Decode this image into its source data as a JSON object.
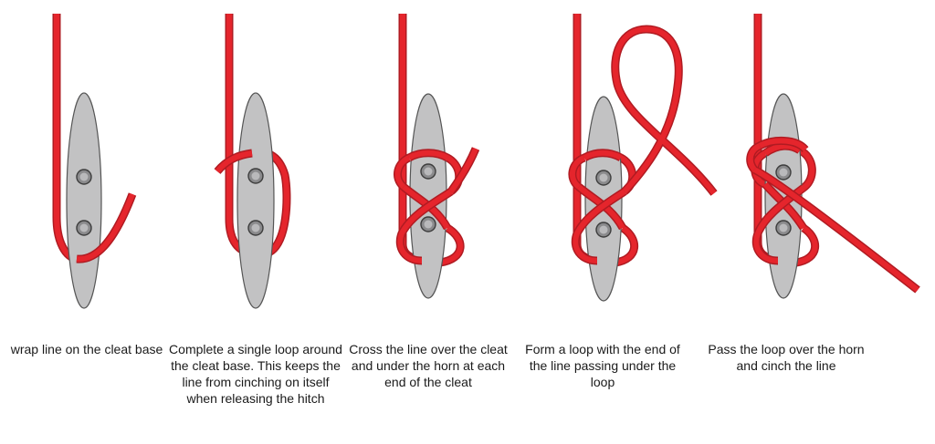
{
  "steps": [
    {
      "caption": "wrap line on the cleat base"
    },
    {
      "caption": "Complete a single loop around the cleat base. This keeps the line from cinching on itself when releasing the hitch"
    },
    {
      "caption": "Cross the line over the cleat and under the horn at each end of the cleat"
    },
    {
      "caption": "Form a loop with the end of the line passing under the loop"
    },
    {
      "caption": "Pass the loop over the horn and cinch the line"
    }
  ],
  "colors": {
    "rope": "#e5252c",
    "rope_edge": "#b01b22",
    "cleat": "#c2c2c3",
    "cleat_edge": "#555555",
    "bolt": "#8a8a8c"
  }
}
